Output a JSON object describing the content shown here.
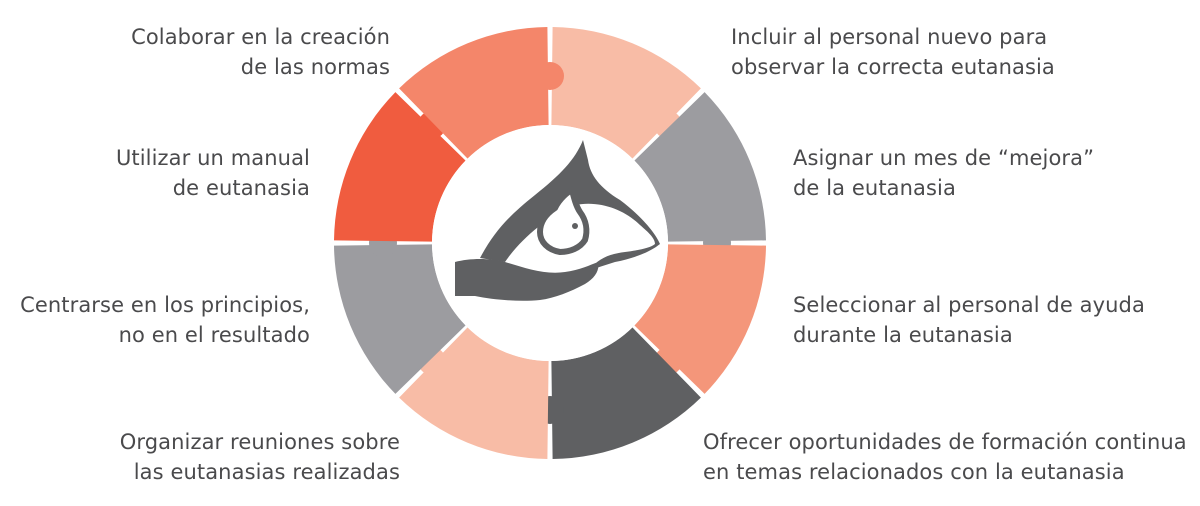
{
  "diagram": {
    "segments": [
      {
        "id": "top-right",
        "color": "#f8bca6",
        "text": [
          "Incluir al personal nuevo para",
          "observar la correcta eutanasia"
        ]
      },
      {
        "id": "upper-right",
        "color": "#9c9ca0",
        "text": [
          "Asignar un mes de “mejora”",
          "de la eutanasia"
        ]
      },
      {
        "id": "lower-right",
        "color": "#f4967a",
        "text": [
          "Seleccionar al personal de ayuda",
          "durante la eutanasia"
        ]
      },
      {
        "id": "bottom-right",
        "color": "#5f6062",
        "text": [
          "Ofrecer oportunidades de formación continua",
          "en temas relacionados con la eutanasia"
        ]
      },
      {
        "id": "bottom-left",
        "color": "#f8bca6",
        "text": [
          "Organizar reuniones sobre",
          "las eutanasias realizadas"
        ]
      },
      {
        "id": "lower-left",
        "color": "#9c9ca0",
        "text": [
          "Centrarse en los principios,",
          "no en el resultado"
        ]
      },
      {
        "id": "upper-left",
        "color": "#f05c3f",
        "text": [
          "Utilizar un manual",
          "de eutanasia"
        ]
      },
      {
        "id": "top-left",
        "color": "#f4866a",
        "text": [
          "Colaborar en la creación",
          "de las normas"
        ]
      }
    ],
    "center_icon": "hand-cat-dog-icon",
    "icon_color": "#5f6062"
  }
}
